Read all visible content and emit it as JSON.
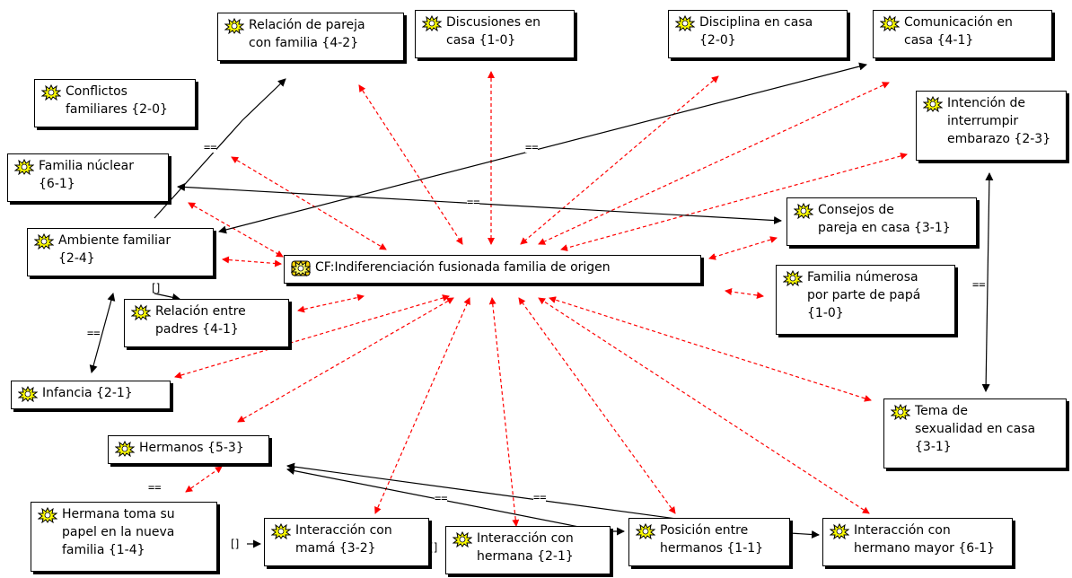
{
  "nodes": {
    "central": "CF:Indiferenciación fusionada familia de origen",
    "relacion_pareja": "Relación de pareja\ncon familia {4-2}",
    "discusiones": "Discusiones en\ncasa {1-0}",
    "disciplina": "Disciplina en casa\n{2-0}",
    "comunicacion": "Comunicación en\ncasa {4-1}",
    "conflictos": "Conflictos\nfamiliares {2-0}",
    "intencion": "Intención de\ninterrumpir\nembarazo {2-3}",
    "familia_nuclear": "Familia núclear\n{6-1}",
    "consejos": "Consejos de\npareja en casa {3-1}",
    "ambiente": "Ambiente familiar\n{2-4}",
    "familia_numerosa": "Familia númerosa\npor parte de papá\n{1-0}",
    "relacion_padres": "Relación entre\npadres {4-1}",
    "infancia": "Infancia {2-1}",
    "tema_sexualidad": "Tema de\nsexualidad en casa\n{3-1}",
    "hermanos": "Hermanos {5-3}",
    "hermana_toma": "Hermana toma su\npapel en la nueva\nfamilia {1-4}",
    "interaccion_mama": "Interacción con\nmamá {3-2}",
    "interaccion_hermana": "Interacción con\nhermana {2-1}",
    "posicion_hermanos": "Posición entre\nhermanos {1-1}",
    "interaccion_hermano_mayor": "Interacción con\nhermano mayor {6-1}"
  },
  "edge_labels": {
    "eq1": "==",
    "eq2": "==",
    "eq3": "==",
    "eq4": "==",
    "eq5": "==",
    "eq6": "==",
    "eq7": "==",
    "eq8": "==",
    "bracket1": "[]",
    "bracket2": "[]",
    "bracket3": "[]"
  },
  "colors": {
    "association_line": "#ff0000",
    "relation_line": "#000000",
    "icon_fill": "#ffff00",
    "icon_central_fill": "#ffd700"
  },
  "icons": {
    "code": "code-star-icon",
    "central": "code-family-icon"
  }
}
